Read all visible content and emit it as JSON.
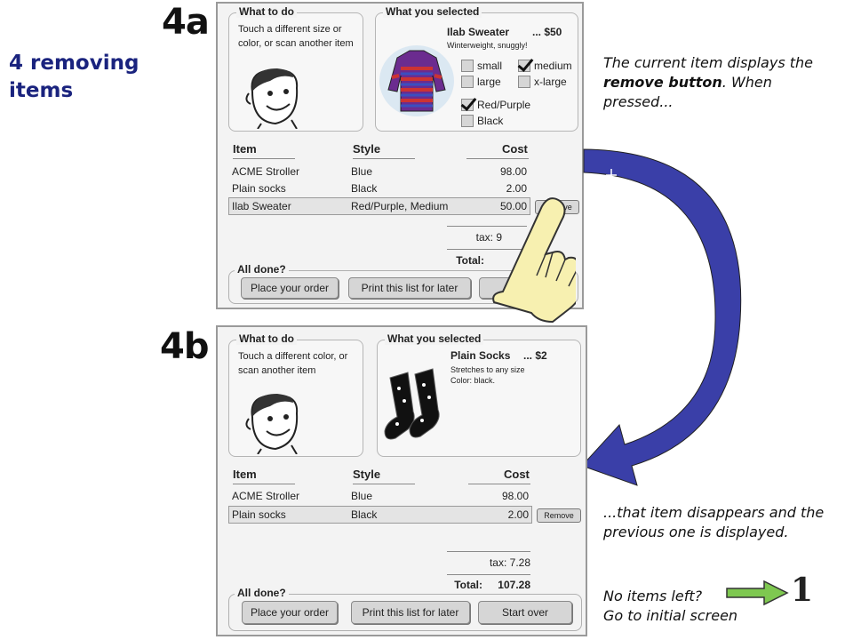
{
  "slide_title": "4 removing items",
  "step_a": {
    "label": "4a",
    "what_to_do": {
      "heading": "What to do",
      "text": "Touch a different size or color, or scan another item"
    },
    "what_selected": {
      "heading": "What you selected",
      "name": "Ilab Sweater",
      "price": "... $50",
      "description": "Winterweight, snuggly!",
      "sizes": [
        {
          "label": "small",
          "checked": false
        },
        {
          "label": "medium",
          "checked": true
        },
        {
          "label": "large",
          "checked": false
        },
        {
          "label": "x-large",
          "checked": false
        }
      ],
      "colors": [
        {
          "label": "Red/Purple",
          "checked": true
        },
        {
          "label": "Black",
          "checked": false
        }
      ]
    },
    "table": {
      "headers": [
        "Item",
        "Style",
        "Cost"
      ],
      "rows": [
        {
          "item": "ACME Stroller",
          "style": "Blue",
          "cost": "98.00"
        },
        {
          "item": "Plain socks",
          "style": "Black",
          "cost": "2.00"
        },
        {
          "item": "Ilab Sweater",
          "style": "Red/Purple, Medium",
          "cost": "50.00"
        }
      ],
      "remove_label": "Remove"
    },
    "tax_label": "tax: 9",
    "total_label": "Total:",
    "all_done": {
      "legend": "All done?",
      "place_order": "Place your order",
      "print_list": "Print this list for later"
    }
  },
  "step_b": {
    "label": "4b",
    "what_to_do": {
      "heading": "What to do",
      "text": "Touch a different color, or scan another item"
    },
    "what_selected": {
      "heading": "What you selected",
      "name": "Plain Socks",
      "price": "... $2",
      "description": "Stretches to any size\nColor: black."
    },
    "table": {
      "headers": [
        "Item",
        "Style",
        "Cost"
      ],
      "rows": [
        {
          "item": "ACME Stroller",
          "style": "Blue",
          "cost": "98.00"
        },
        {
          "item": "Plain socks",
          "style": "Black",
          "cost": "2.00"
        }
      ],
      "remove_label": "Remove"
    },
    "tax_label": "tax: 7.28",
    "total_label": "Total:",
    "total_value": "107.28",
    "all_done": {
      "legend": "All done?",
      "place_order": "Place your order",
      "print_list": "Print this list for later",
      "start_over": "Start over"
    }
  },
  "notes": {
    "top_pre": "The current item displays the",
    "top_bold": "remove button",
    "top_post": ". When pressed...",
    "middle": "...that item disappears and the previous one is displayed.",
    "bottom_line1": "No items left?",
    "bottom_line2": "Go to initial screen",
    "goto_number": "1"
  },
  "colors": {
    "title": "#1a237e",
    "arrow_blue": "#3a3fa8",
    "go_arrow": "#7ec850",
    "hand": "#f7f0b0"
  }
}
